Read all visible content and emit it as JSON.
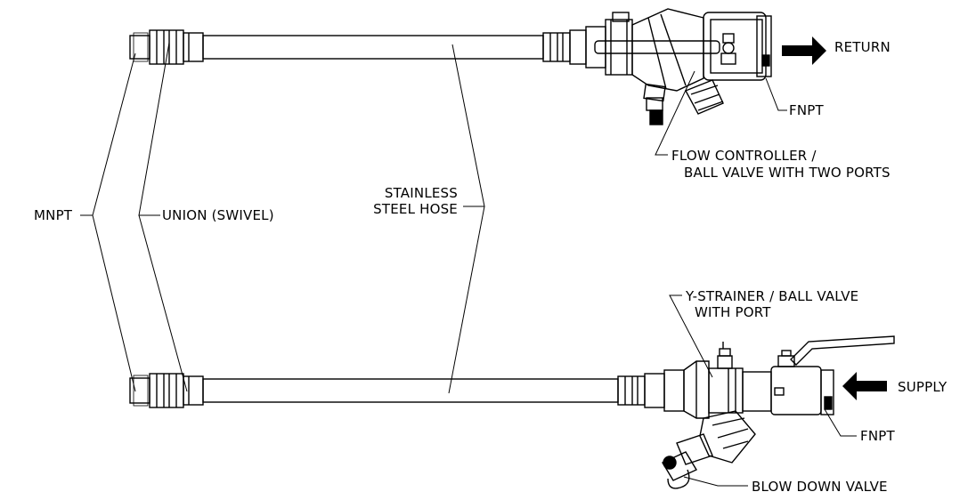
{
  "labels": {
    "return": "RETURN",
    "supply": "SUPPLY",
    "fnpt_top": "FNPT",
    "fnpt_bottom": "FNPT",
    "flow_controller_1": "FLOW CONTROLLER /",
    "flow_controller_2": "BALL VALVE WITH TWO PORTS",
    "stainless_1": "STAINLESS",
    "stainless_2": "STEEL HOSE",
    "mnpt": "MNPT",
    "union": "UNION (SWIVEL)",
    "y_strainer_1": "Y-STRAINER / BALL VALVE",
    "y_strainer_2": "WITH PORT",
    "blow_down": "BLOW DOWN VALVE"
  },
  "colors": {
    "line": "#000000",
    "background": "#ffffff"
  }
}
